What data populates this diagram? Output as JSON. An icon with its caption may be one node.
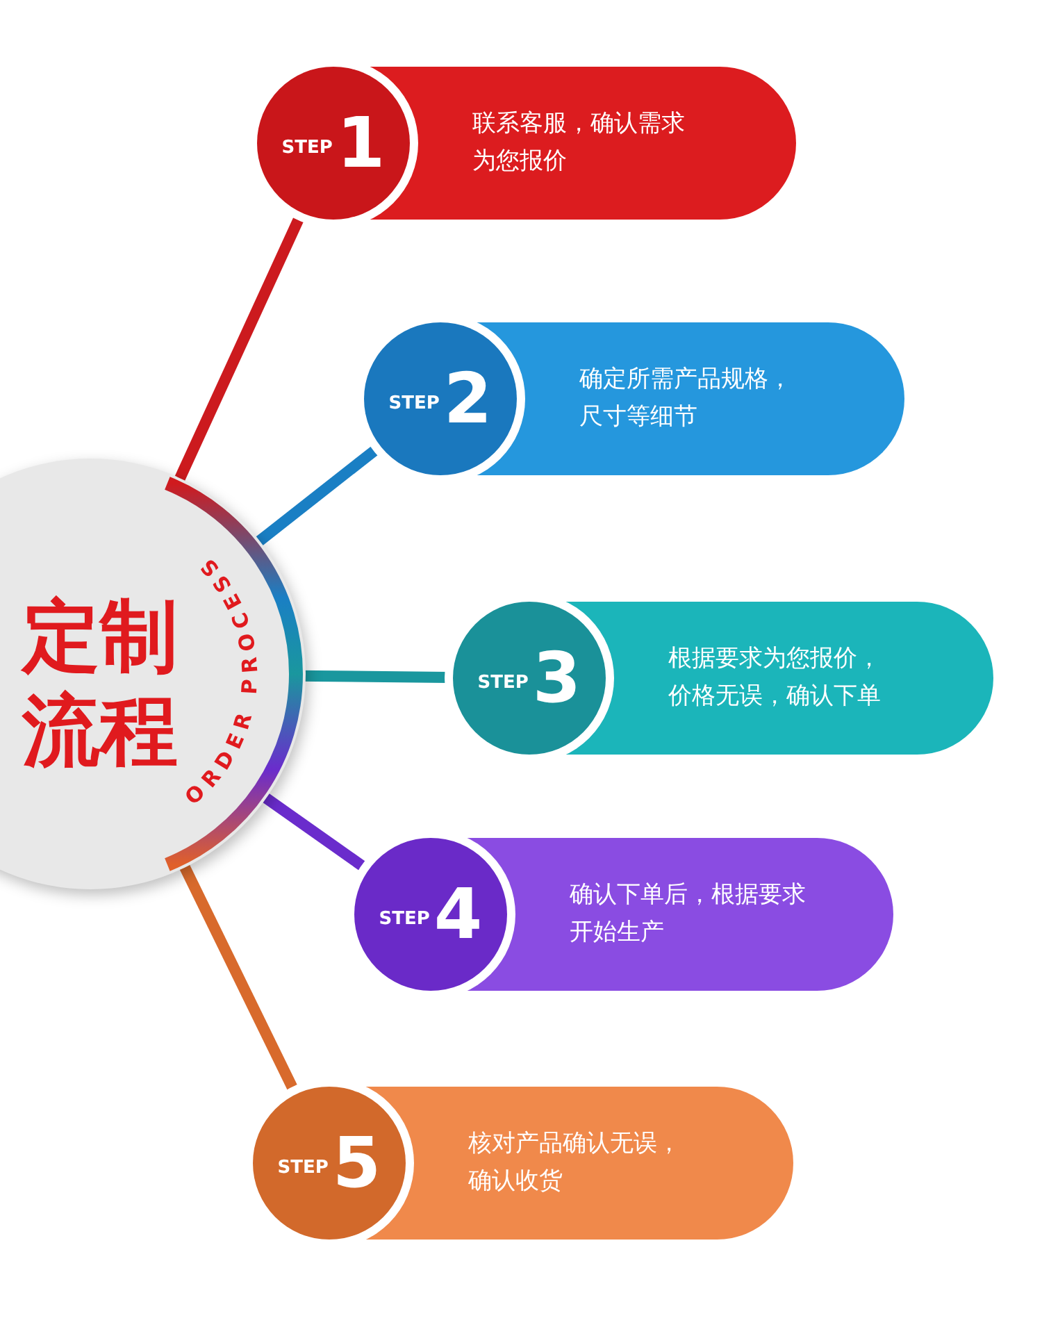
{
  "diagram": {
    "nodes": [
      {
        "text": [
          "定制流程",
          "ORDER PROCESS"
        ]
      },
      {
        "text": [
          "STEP",
          "1",
          "联系客服，确认需求为您报价"
        ]
      },
      {
        "text": [
          "STEP",
          "2",
          "确定所需产品规格，尺寸等细节"
        ]
      },
      {
        "text": [
          "STEP",
          "3",
          "根据要求为您报价，价格无误，确认下单"
        ]
      },
      {
        "text": [
          "STEP",
          "4",
          "确认下单后，根据要求开始生产"
        ]
      },
      {
        "text": [
          "STEP",
          "5",
          "核对产品确认无误，确认收货"
        ]
      }
    ],
    "edges": [
      {
        "from": 0,
        "to": 1,
        "arrow": "none",
        "color": "#cc1a1e"
      },
      {
        "from": 0,
        "to": 2,
        "arrow": "none",
        "color": "#1a7fc4"
      },
      {
        "from": 0,
        "to": 3,
        "arrow": "none",
        "color": "#1a979e"
      },
      {
        "from": 0,
        "to": 4,
        "arrow": "none",
        "color": "#6a2ccc"
      },
      {
        "from": 0,
        "to": 5,
        "arrow": "none",
        "color": "#d86a2c"
      }
    ]
  }
}
